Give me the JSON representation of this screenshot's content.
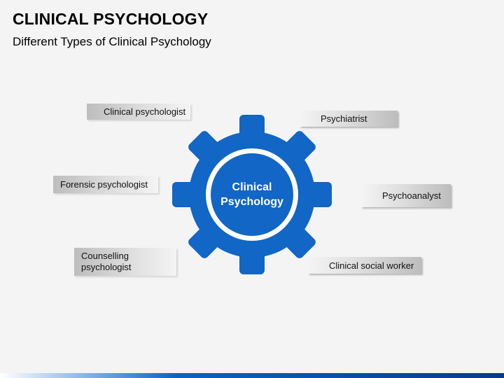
{
  "header": {
    "title": "CLINICAL PSYCHOLOGY",
    "subtitle": "Different Types of Clinical Psychology"
  },
  "center": {
    "label_line1": "Clinical",
    "label_line2": "Psychology"
  },
  "items": {
    "clinical_psychologist": "Clinical psychologist",
    "forensic_psychologist": "Forensic psychologist",
    "counselling_psychologist_line1": "Counselling",
    "counselling_psychologist_line2": "psychologist",
    "psychiatrist": "Psychiatrist",
    "psychoanalyst": "Psychoanalyst",
    "clinical_social_worker": "Clinical social worker"
  },
  "colors": {
    "gear_blue": "#1166c6",
    "gear_ring_white": "#ffffff",
    "label_gray": "#c8c8c8",
    "accent_bar": "#0b63c5"
  }
}
